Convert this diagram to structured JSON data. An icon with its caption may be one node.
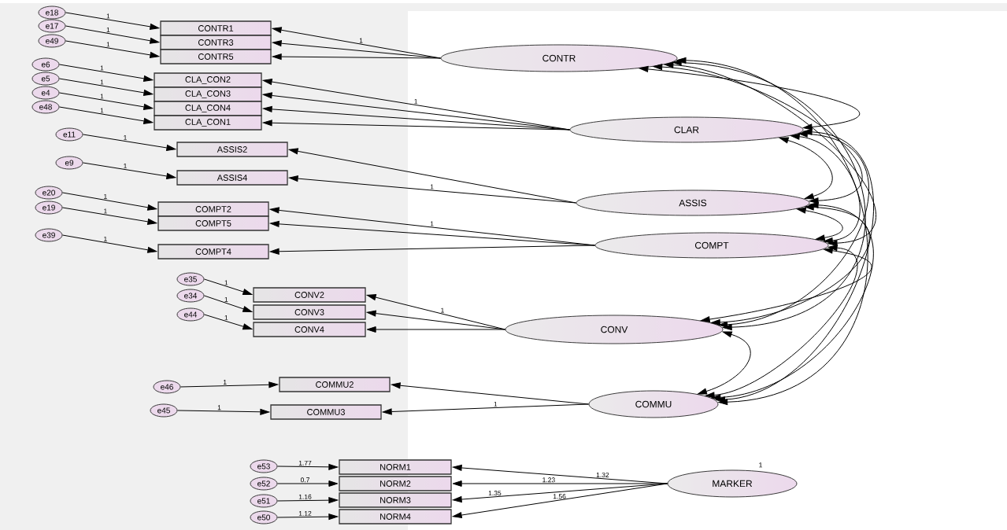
{
  "diagram": {
    "nodes": [
      {
        "text": [
          "CONTR1"
        ]
      },
      {
        "text": [
          "CONTR3"
        ]
      },
      {
        "text": [
          "CONTR5"
        ]
      },
      {
        "text": [
          "CLA_CON2"
        ]
      },
      {
        "text": [
          "CLA_CON3"
        ]
      },
      {
        "text": [
          "CLA_CON4"
        ]
      },
      {
        "text": [
          "CLA_CON1"
        ]
      },
      {
        "text": [
          "ASSIS2"
        ]
      },
      {
        "text": [
          "ASSIS4"
        ]
      },
      {
        "text": [
          "COMPT2"
        ]
      },
      {
        "text": [
          "COMPT5"
        ]
      },
      {
        "text": [
          "COMPT4"
        ]
      },
      {
        "text": [
          "CONV2"
        ]
      },
      {
        "text": [
          "CONV3"
        ]
      },
      {
        "text": [
          "CONV4"
        ]
      },
      {
        "text": [
          "COMMU2"
        ]
      },
      {
        "text": [
          "COMMU3"
        ]
      },
      {
        "text": [
          "NORM1"
        ]
      },
      {
        "text": [
          "NORM2"
        ]
      },
      {
        "text": [
          "NORM3"
        ]
      },
      {
        "text": [
          "NORM4"
        ]
      },
      {
        "text": [
          "e18"
        ]
      },
      {
        "text": [
          "e17"
        ]
      },
      {
        "text": [
          "e49"
        ]
      },
      {
        "text": [
          "e6"
        ]
      },
      {
        "text": [
          "e5"
        ]
      },
      {
        "text": [
          "e4"
        ]
      },
      {
        "text": [
          "e48"
        ]
      },
      {
        "text": [
          "e11"
        ]
      },
      {
        "text": [
          "e9"
        ]
      },
      {
        "text": [
          "e20"
        ]
      },
      {
        "text": [
          "e19"
        ]
      },
      {
        "text": [
          "e39"
        ]
      },
      {
        "text": [
          "e35"
        ]
      },
      {
        "text": [
          "e34"
        ]
      },
      {
        "text": [
          "e44"
        ]
      },
      {
        "text": [
          "e46"
        ]
      },
      {
        "text": [
          "e45"
        ]
      },
      {
        "text": [
          "e53"
        ]
      },
      {
        "text": [
          "e52"
        ]
      },
      {
        "text": [
          "e51"
        ]
      },
      {
        "text": [
          "e50"
        ]
      },
      {
        "text": [
          "CONTR"
        ]
      },
      {
        "text": [
          "CLAR"
        ]
      },
      {
        "text": [
          "ASSIS"
        ]
      },
      {
        "text": [
          "COMPT"
        ]
      },
      {
        "text": [
          "CONV"
        ]
      },
      {
        "text": [
          "COMMU"
        ]
      },
      {
        "text": [
          "MARKER"
        ],
        "beside": [
          "1"
        ]
      }
    ],
    "edges": [
      {
        "from": 21,
        "to": 0,
        "arrow": "to",
        "label": "1"
      },
      {
        "from": 22,
        "to": 1,
        "arrow": "to",
        "label": "1"
      },
      {
        "from": 23,
        "to": 2,
        "arrow": "to",
        "label": "1"
      },
      {
        "from": 24,
        "to": 3,
        "arrow": "to",
        "label": "1"
      },
      {
        "from": 25,
        "to": 4,
        "arrow": "to",
        "label": "1"
      },
      {
        "from": 26,
        "to": 5,
        "arrow": "to",
        "label": "1"
      },
      {
        "from": 27,
        "to": 6,
        "arrow": "to",
        "label": "1"
      },
      {
        "from": 28,
        "to": 7,
        "arrow": "to",
        "label": "1"
      },
      {
        "from": 29,
        "to": 8,
        "arrow": "to",
        "label": "1"
      },
      {
        "from": 30,
        "to": 9,
        "arrow": "to",
        "label": "1"
      },
      {
        "from": 31,
        "to": 10,
        "arrow": "to",
        "label": "1"
      },
      {
        "from": 32,
        "to": 11,
        "arrow": "to",
        "label": "1"
      },
      {
        "from": 33,
        "to": 12,
        "arrow": "to",
        "label": "1"
      },
      {
        "from": 34,
        "to": 13,
        "arrow": "to",
        "label": "1"
      },
      {
        "from": 35,
        "to": 14,
        "arrow": "to",
        "label": "1"
      },
      {
        "from": 36,
        "to": 15,
        "arrow": "to",
        "label": "1"
      },
      {
        "from": 37,
        "to": 16,
        "arrow": "to",
        "label": "1"
      },
      {
        "from": 38,
        "to": 17,
        "arrow": "to",
        "label": "1.77"
      },
      {
        "from": 39,
        "to": 18,
        "arrow": "to",
        "label": "0.7"
      },
      {
        "from": 40,
        "to": 19,
        "arrow": "to",
        "label": "1.16"
      },
      {
        "from": 41,
        "to": 20,
        "arrow": "to",
        "label": "1.12"
      },
      {
        "from": 42,
        "to": 0,
        "arrow": "to",
        "label": "1"
      },
      {
        "from": 42,
        "to": 1,
        "arrow": "to"
      },
      {
        "from": 42,
        "to": 2,
        "arrow": "to"
      },
      {
        "from": 43,
        "to": 3,
        "arrow": "to",
        "label": "1"
      },
      {
        "from": 43,
        "to": 4,
        "arrow": "to"
      },
      {
        "from": 43,
        "to": 5,
        "arrow": "to"
      },
      {
        "from": 43,
        "to": 6,
        "arrow": "to"
      },
      {
        "from": 44,
        "to": 7,
        "arrow": "to"
      },
      {
        "from": 44,
        "to": 8,
        "arrow": "to",
        "label": "1"
      },
      {
        "from": 45,
        "to": 9,
        "arrow": "to",
        "label": "1"
      },
      {
        "from": 45,
        "to": 10,
        "arrow": "to"
      },
      {
        "from": 45,
        "to": 11,
        "arrow": "to"
      },
      {
        "from": 46,
        "to": 12,
        "arrow": "to",
        "label": "1"
      },
      {
        "from": 46,
        "to": 13,
        "arrow": "to"
      },
      {
        "from": 46,
        "to": 14,
        "arrow": "to"
      },
      {
        "from": 47,
        "to": 15,
        "arrow": "to"
      },
      {
        "from": 47,
        "to": 16,
        "arrow": "to",
        "label": "1"
      },
      {
        "from": 48,
        "to": 17,
        "arrow": "to",
        "label": "1.32"
      },
      {
        "from": 48,
        "to": 18,
        "arrow": "to",
        "label": "1.23"
      },
      {
        "from": 48,
        "to": 19,
        "arrow": "to",
        "label": "1.35"
      },
      {
        "from": 48,
        "to": 20,
        "arrow": "to",
        "label": "1.56"
      },
      {
        "from": 42,
        "to": 43,
        "arrow": "both"
      },
      {
        "from": 42,
        "to": 44,
        "arrow": "both"
      },
      {
        "from": 42,
        "to": 45,
        "arrow": "both"
      },
      {
        "from": 42,
        "to": 46,
        "arrow": "both"
      },
      {
        "from": 42,
        "to": 47,
        "arrow": "both"
      },
      {
        "from": 43,
        "to": 44,
        "arrow": "both"
      },
      {
        "from": 43,
        "to": 45,
        "arrow": "both"
      },
      {
        "from": 43,
        "to": 46,
        "arrow": "both"
      },
      {
        "from": 43,
        "to": 47,
        "arrow": "both"
      },
      {
        "from": 44,
        "to": 45,
        "arrow": "both"
      },
      {
        "from": 44,
        "to": 46,
        "arrow": "both"
      },
      {
        "from": 44,
        "to": 47,
        "arrow": "both"
      },
      {
        "from": 45,
        "to": 46,
        "arrow": "both"
      },
      {
        "from": 45,
        "to": 47,
        "arrow": "both"
      },
      {
        "from": 46,
        "to": 47,
        "arrow": "both"
      }
    ]
  }
}
